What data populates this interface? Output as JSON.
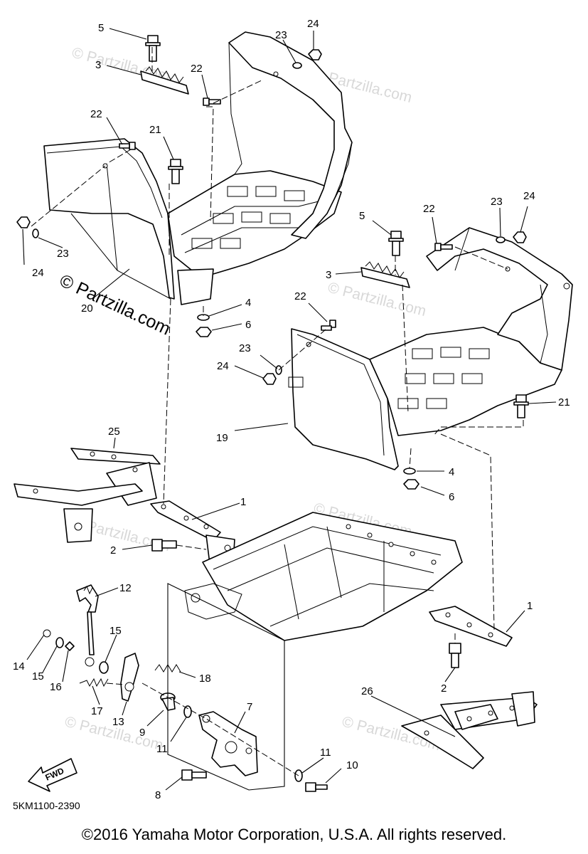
{
  "diagram_code": "5KM1100-2390",
  "copyright": "©2016 Yamaha Motor Corporation, U.S.A. All rights reserved.",
  "watermark": "© Partzilla.com",
  "fwd_label": "FWD",
  "callouts": {
    "c5a": "5",
    "c24a": "24",
    "c23a": "23",
    "c3a": "3",
    "c22a": "22",
    "c22b": "22",
    "c21a": "21",
    "c24b": "24",
    "c23b": "23",
    "c20": "20",
    "c5b": "5",
    "c22c": "22",
    "c23c": "23",
    "c24c": "24",
    "c3b": "3",
    "c4a": "4",
    "c6a": "6",
    "c22d": "22",
    "c23d": "23",
    "c24d": "24",
    "c21b": "21",
    "c19": "19",
    "c25": "25",
    "c4b": "4",
    "c6b": "6",
    "c1a": "1",
    "c2a": "2",
    "c12": "12",
    "c15a": "15",
    "c14": "14",
    "c15b": "15",
    "c16": "16",
    "c17": "17",
    "c13": "13",
    "c18": "18",
    "c9": "9",
    "c11a": "11",
    "c7": "7",
    "c8": "8",
    "c11b": "11",
    "c10": "10",
    "c1b": "1",
    "c2b": "2",
    "c26": "26"
  }
}
